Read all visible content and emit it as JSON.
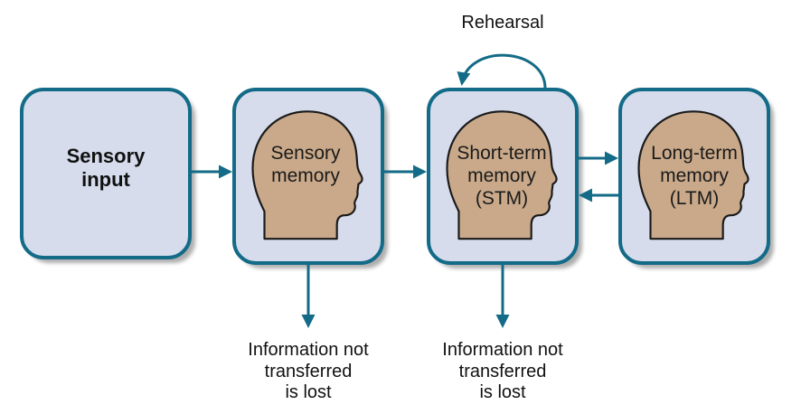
{
  "diagram": {
    "input_box": {
      "lines": [
        "Sensory",
        "input"
      ]
    },
    "stages": [
      {
        "id": "sensory",
        "lines": [
          "Sensory",
          "memory"
        ]
      },
      {
        "id": "stm",
        "lines": [
          "Short-term",
          "memory",
          "(STM)"
        ]
      },
      {
        "id": "ltm",
        "lines": [
          "Long-term",
          "memory",
          "(LTM)"
        ]
      }
    ],
    "rehearsal_label": "Rehearsal",
    "lost_labels": [
      [
        "Information not",
        "transferred",
        "is lost"
      ],
      [
        "Information not",
        "transferred",
        "is lost"
      ]
    ],
    "colors": {
      "box_fill": "#d6dcec",
      "box_border": "#136b87",
      "head_fill": "#c9a98a",
      "head_stroke": "#1a1a1a",
      "arrow": "#136b87",
      "shadow": "#9a9a9a"
    }
  }
}
